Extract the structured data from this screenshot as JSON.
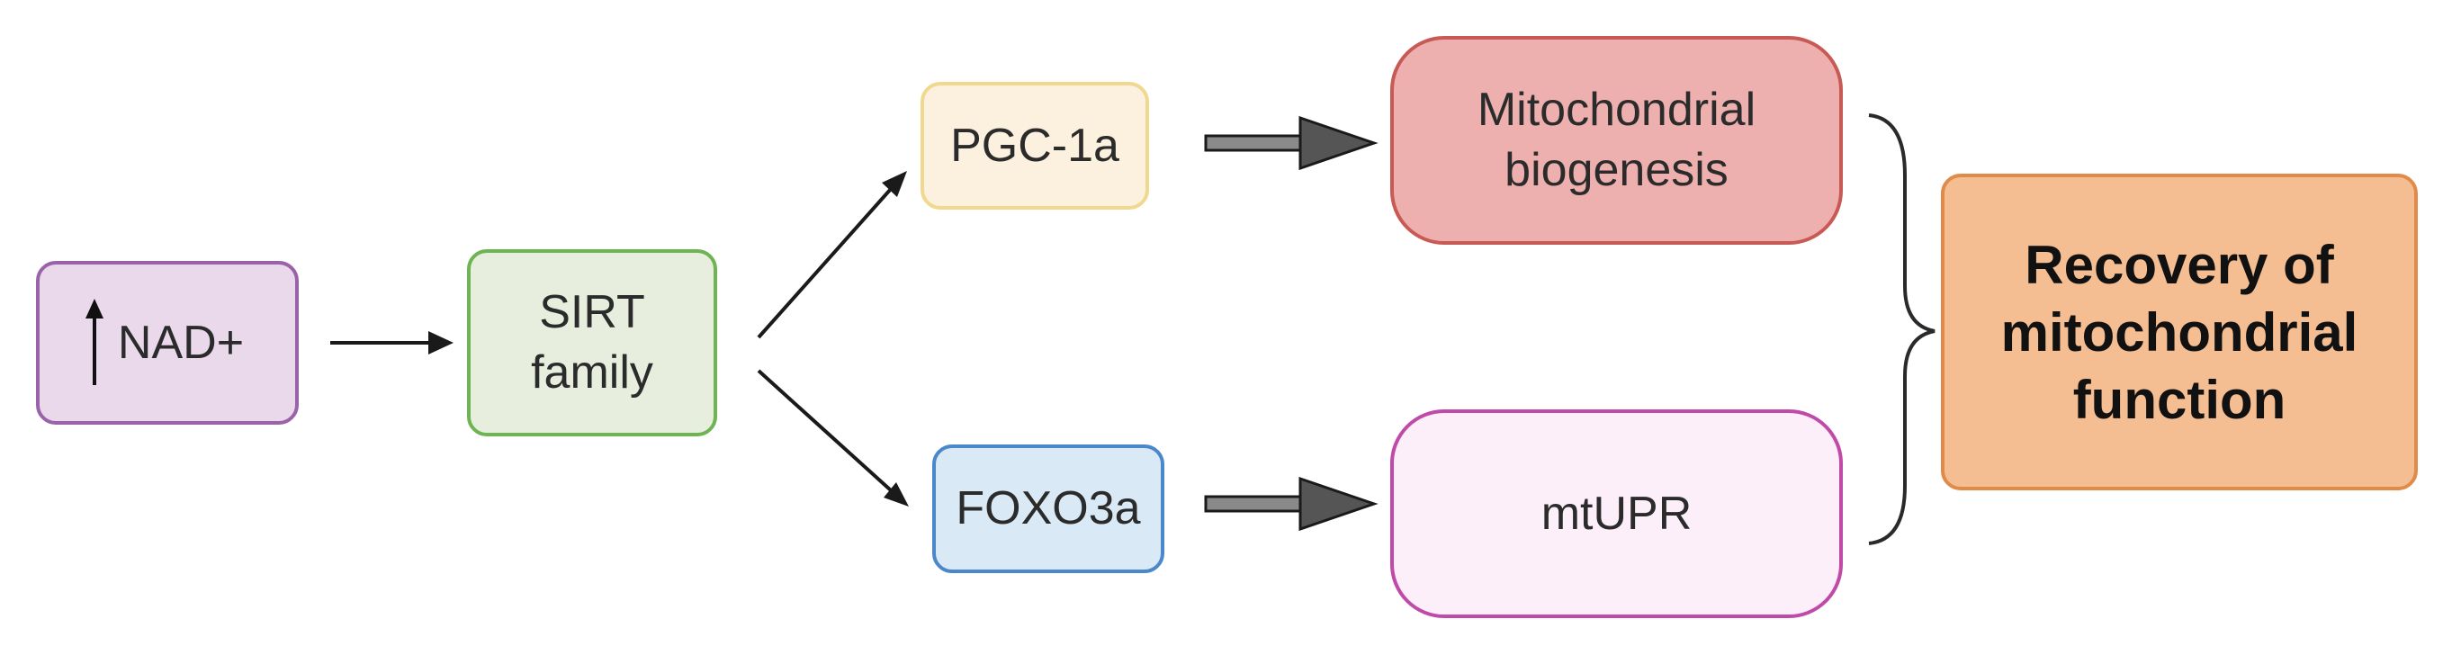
{
  "nodes": {
    "nad": {
      "label": "NAD+",
      "indicator": "up-arrow-icon"
    },
    "sirt": {
      "label": "SIRT\nfamily"
    },
    "pgc": {
      "label": "PGC-1a"
    },
    "foxo": {
      "label": "FOXO3a"
    },
    "mito": {
      "label": "Mitochondrial\nbiogenesis"
    },
    "mtupr": {
      "label": "mtUPR"
    },
    "recovery": {
      "label": "Recovery of\nmitochondrial\nfunction"
    }
  },
  "edges": [
    {
      "from": "nad",
      "to": "sirt",
      "style": "thin-arrow"
    },
    {
      "from": "sirt",
      "to": "pgc",
      "style": "thin-arrow"
    },
    {
      "from": "sirt",
      "to": "foxo",
      "style": "thin-arrow"
    },
    {
      "from": "pgc",
      "to": "mito",
      "style": "block-arrow"
    },
    {
      "from": "foxo",
      "to": "mtupr",
      "style": "block-arrow"
    },
    {
      "from": "mito+mtupr",
      "to": "recovery",
      "style": "curly-brace"
    }
  ],
  "colors": {
    "nad": "#ead9ea",
    "sirt": "#e7eedd",
    "pgc": "#fcf0de",
    "foxo": "#d9e9f5",
    "mito": "#eeb0ae",
    "mtupr": "#fdeff9",
    "recovery": "#f5be92"
  }
}
